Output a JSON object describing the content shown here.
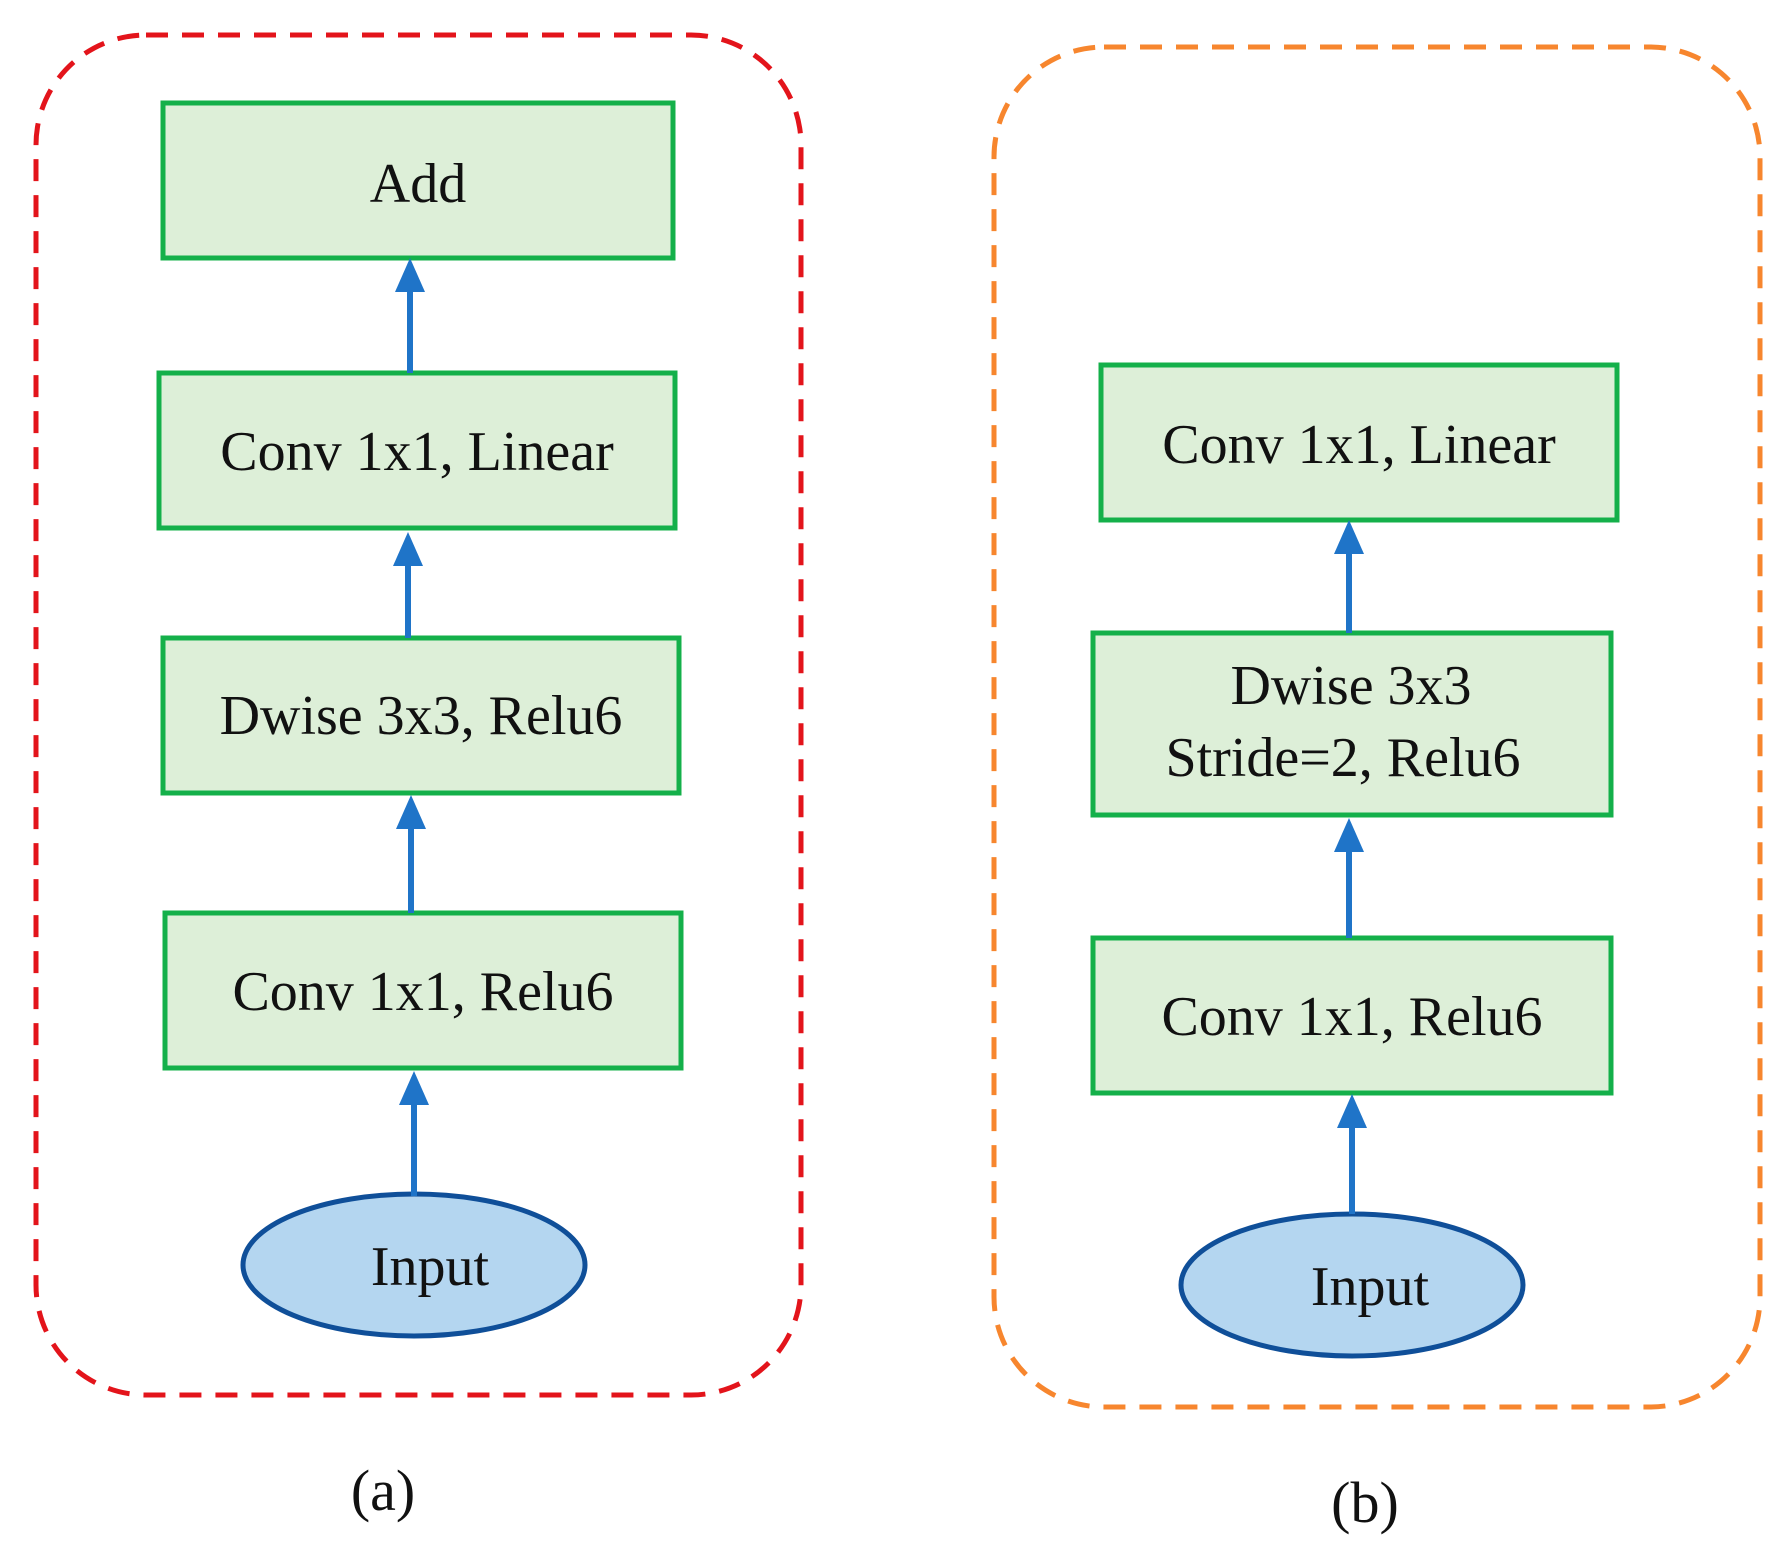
{
  "colors": {
    "panel_a_border": "#e3141b",
    "panel_b_border": "#f7862e",
    "box_fill": "#ddefd8",
    "box_stroke": "#14b04a",
    "ellipse_fill": "#b4d6f0",
    "ellipse_stroke": "#0f4f99",
    "arrow": "#1f74c8"
  },
  "panel_a": {
    "caption": "(a)",
    "input": "Input",
    "conv_relu": "Conv 1x1, Relu6",
    "dwise": "Dwise 3x3, Relu6",
    "conv_linear": "Conv 1x1, Linear",
    "add": "Add"
  },
  "panel_b": {
    "caption": "(b)",
    "input": "Input",
    "conv_relu": "Conv 1x1, Relu6",
    "dwise_line1": "Dwise 3x3",
    "dwise_line2": "Stride=2, Relu6",
    "conv_linear": "Conv 1x1, Linear"
  }
}
